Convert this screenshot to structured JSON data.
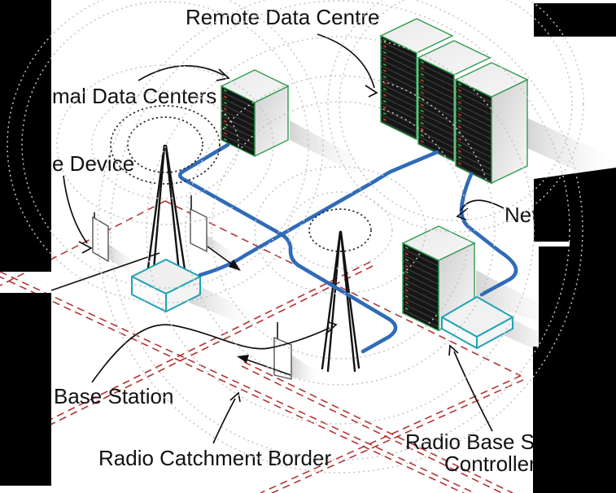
{
  "diagram": {
    "title_context": "Isometric mobile radio network architecture diagram, partially occluded by black regions",
    "labels": {
      "remote_dc": "Remote Data Centre",
      "regional_dc": "mal Data Centers",
      "device": "e Device",
      "network": "Net",
      "base_station": "Base Station",
      "catchment": "Radio Catchment Border",
      "controller_line1": "Radio Base St",
      "controller_line2": "Controller"
    },
    "components": [
      "remote-data-centre-racks (3 server racks)",
      "regional-data-center-rack (1 server rack)",
      "radio-base-station-controller-rack with flat controller box",
      "radio-tower-1 on base-station cabinet",
      "radio-tower-2",
      "mobile-device-panels (3)",
      "blue network trunk lines",
      "red dashed radio catchment borders",
      "dotted radio coverage rings"
    ],
    "colors": {
      "network_line": "#2f6bb8",
      "rack_edge_green": "#2e9b4e",
      "cabinet_edge_cyan": "#1fa3b5",
      "catchment_border_red": "#b23535",
      "coverage_ring_gray": "#c4c4c4",
      "coverage_ring_dark": "#222222",
      "led_green": "#3db04b",
      "led_red": "#cc4422",
      "occluder_black": "#000000"
    }
  }
}
